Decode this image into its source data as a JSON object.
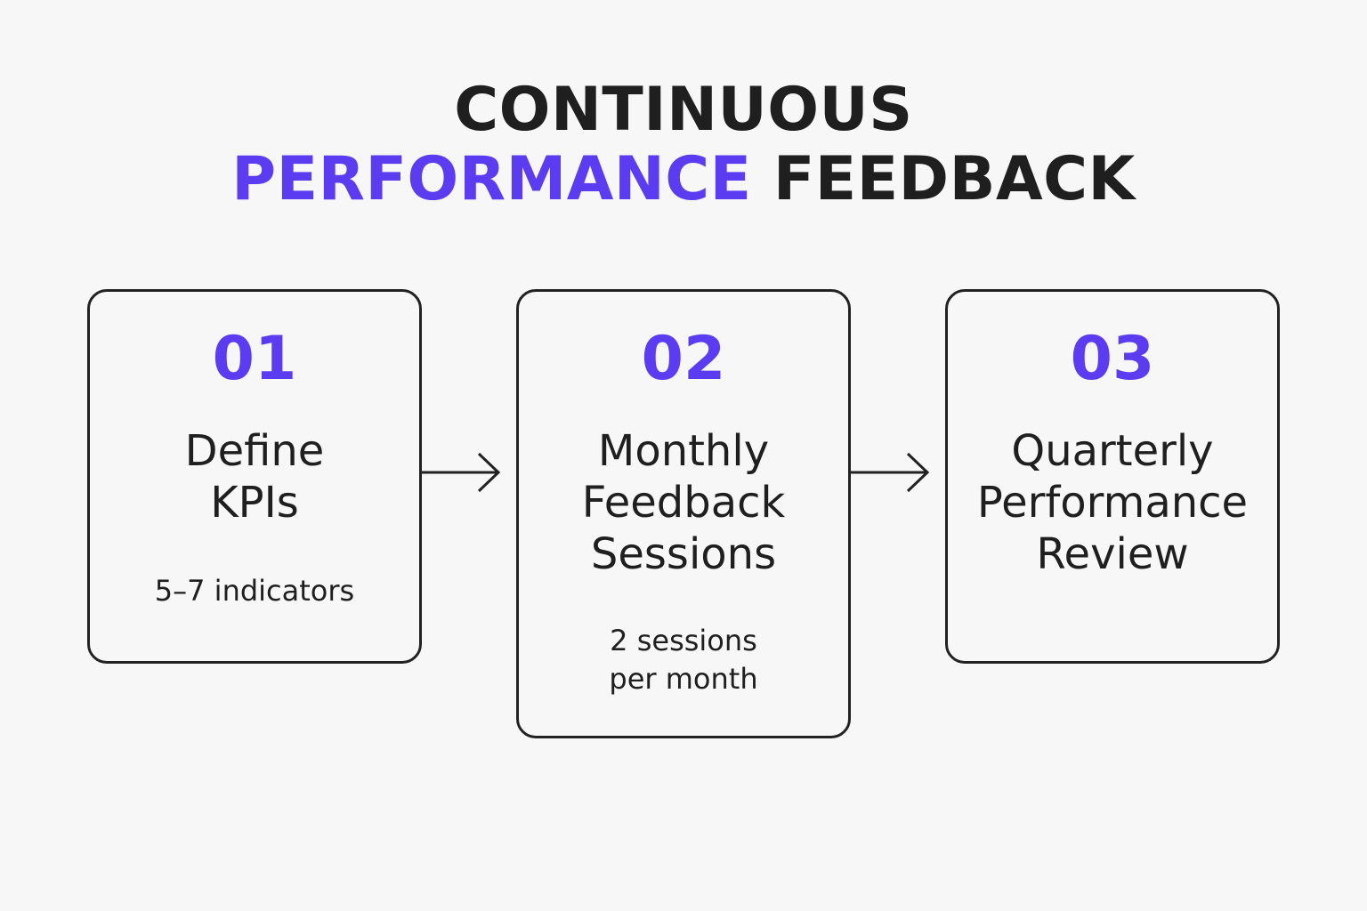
{
  "title": {
    "line1": "CONTINUOUS",
    "accent": "PERFORMANCE",
    "rest": "FEEDBACK"
  },
  "colors": {
    "accent": "#5b3cf0",
    "text": "#1f1f1f",
    "border": "#222222",
    "background": "#f7f7f8"
  },
  "steps": [
    {
      "number": "01",
      "title_lines": [
        "Define",
        "KPIs"
      ],
      "detail_lines": [
        "5–7 indicators"
      ]
    },
    {
      "number": "02",
      "title_lines": [
        "Monthly",
        "Feedback",
        "Sessions"
      ],
      "detail_lines": [
        "2 sessions",
        "per month"
      ]
    },
    {
      "number": "03",
      "title_lines": [
        "Quarterly",
        "Performance",
        "Review"
      ],
      "detail_lines": []
    }
  ],
  "connectors": [
    {
      "from": "01",
      "to": "02",
      "icon": "arrow-right-icon"
    },
    {
      "from": "02",
      "to": "03",
      "icon": "arrow-right-icon"
    }
  ]
}
